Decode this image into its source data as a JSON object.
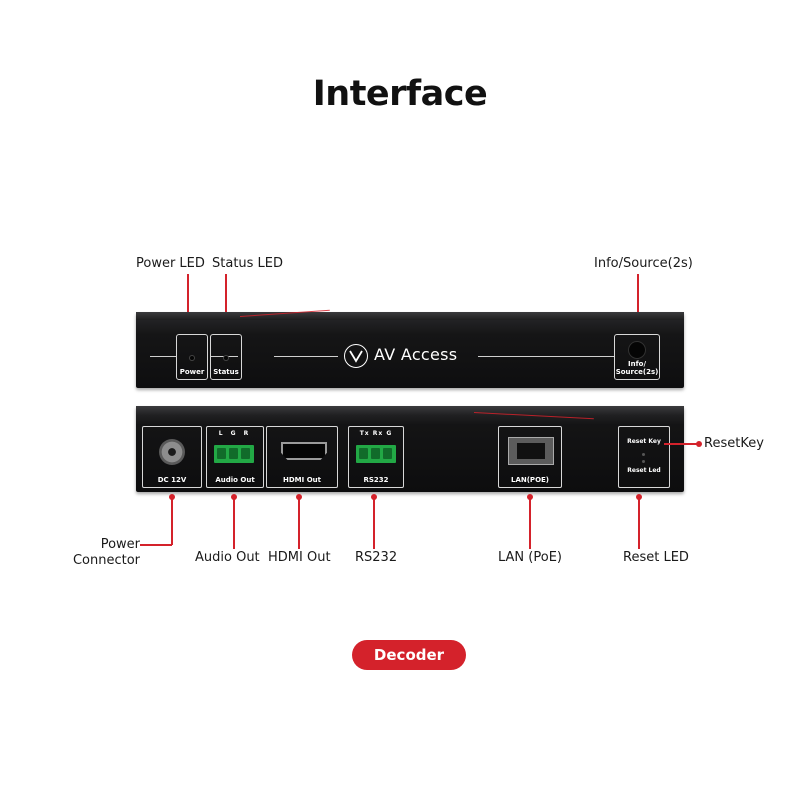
{
  "title": "Interface",
  "front_panel": {
    "callouts": {
      "power_led": "Power LED",
      "status_led": "Status LED",
      "info_source": "Info/Source(2s)"
    },
    "labels": {
      "power": "Power",
      "status": "Status",
      "info_source": "Info/\nSource(2s)"
    },
    "brand": "AV Access"
  },
  "rear_panel": {
    "labels": {
      "dc": "DC 12V",
      "audio_out": "Audio Out",
      "audio_pins": "L G R",
      "hdmi_out": "HDMI Out",
      "rs232": "RS232",
      "rs232_pins": "Tx Rx G",
      "lan": "LAN(POE)",
      "reset_key": "Reset Key",
      "reset_led": "Reset Led"
    },
    "callouts": {
      "power_connector": "Power\nConnector",
      "audio_out": "Audio Out",
      "hdmi_out": "HDMI Out",
      "rs232": "RS232",
      "lan_poe": "LAN (PoE)",
      "reset_led": "Reset LED",
      "reset_key": "ResetKey"
    }
  },
  "badge": "Decoder",
  "colors": {
    "accent": "#d4222b",
    "device": "#111112",
    "terminal": "#22a845"
  }
}
